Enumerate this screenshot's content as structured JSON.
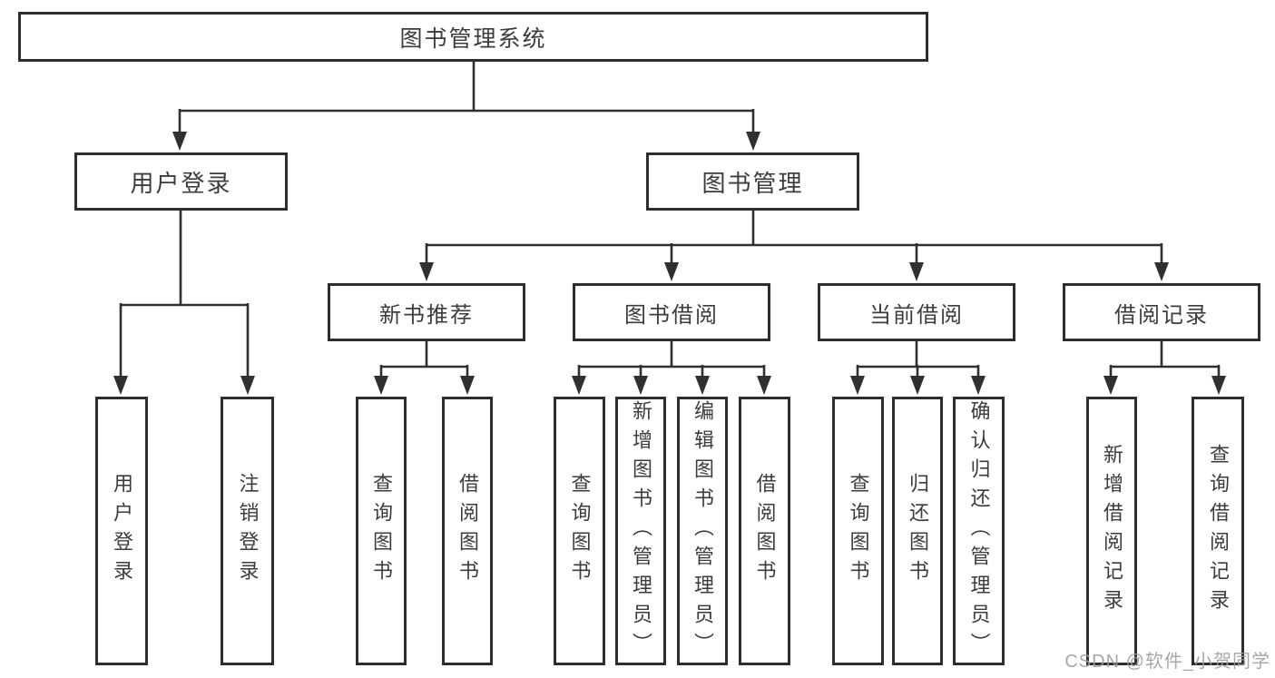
{
  "nodes": {
    "root": "图书管理系统",
    "user_login": "用户登录",
    "book_mgmt": "图书管理",
    "new_book_rec": "新书推荐",
    "book_borrow": "图书借阅",
    "current_borrow": "当前借阅",
    "borrow_records": "借阅记录"
  },
  "leaves": {
    "user_login": [
      "用户登录",
      "注销登录"
    ],
    "new_book_rec": [
      "查询图书",
      "借阅图书"
    ],
    "book_borrow": [
      "查询图书",
      "新增图书（管理员）",
      "编辑图书（管理员）",
      "借阅图书"
    ],
    "current_borrow": [
      "查询图书",
      "归还图书",
      "确认归还（管理员）"
    ],
    "borrow_records": [
      "新增借阅记录",
      "查询借阅记录"
    ]
  },
  "watermark": "CSDN @软件_小贺同学",
  "colors": {
    "line": "#303030",
    "box_border": "#2e2e2e",
    "text": "#3c3c3c",
    "watermark": "#9e9e9e",
    "background": "#ffffff"
  }
}
